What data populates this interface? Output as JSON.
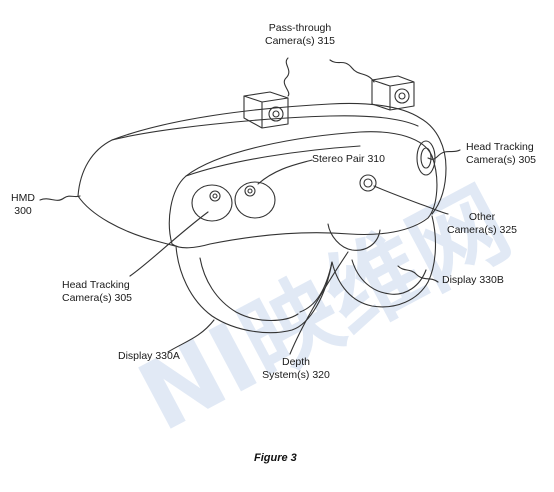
{
  "labels": {
    "pass_through_1": "Pass-through",
    "pass_through_2": "Camera(s) 315",
    "stereo_pair": "Stereo Pair 310",
    "head_tracking_right_1": "Head Tracking",
    "head_tracking_right_2": "Camera(s) 305",
    "hmd_1": "HMD",
    "hmd_2": "300",
    "other_camera_1": "Other",
    "other_camera_2": "Camera(s) 325",
    "head_tracking_left_1": "Head Tracking",
    "head_tracking_left_2": "Camera(s) 305",
    "display_b": "Display 330B",
    "display_a": "Display 330A",
    "depth_1": "Depth",
    "depth_2": "System(s) 320"
  },
  "caption": "Figure 3",
  "watermark_text": "NI映维网",
  "colors": {
    "line": "#333333",
    "watermark": "#c9d8ee"
  }
}
